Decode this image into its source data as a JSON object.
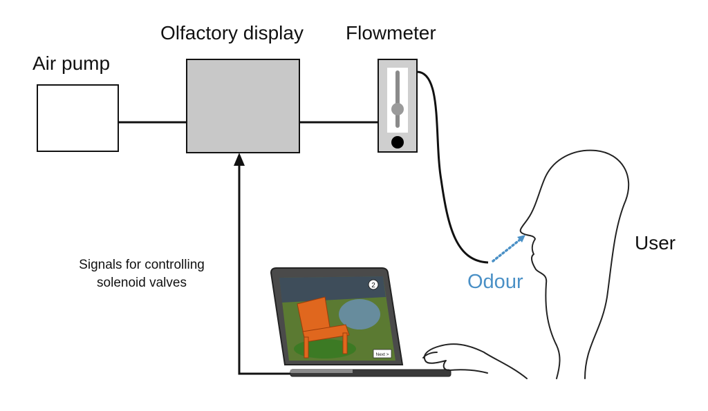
{
  "labels": {
    "air_pump": "Air pump",
    "olfactory_display": "Olfactory display",
    "flowmeter": "Flowmeter",
    "user": "User",
    "odour": "Odour",
    "signals_line1": "Signals for controlling",
    "signals_line2": "solenoid valves"
  },
  "screen": {
    "badge": "2",
    "next_button": "Next >"
  },
  "colors": {
    "box_gray": "#c8c8c8",
    "odour_blue": "#4a90c6",
    "line": "#111111"
  },
  "icons": [
    "pump-box",
    "olfactory-display-box",
    "flowmeter-device",
    "laptop",
    "user-silhouette",
    "odour-arrow"
  ]
}
